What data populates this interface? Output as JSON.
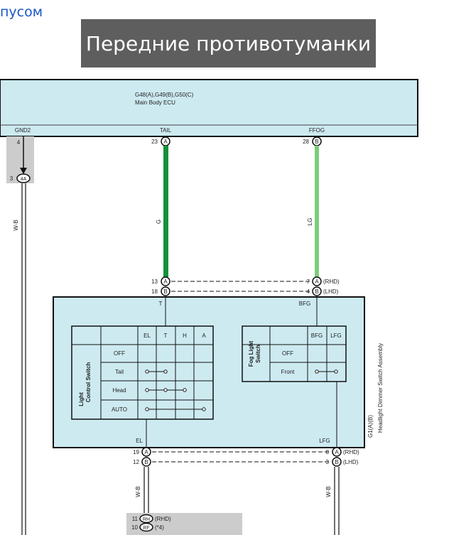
{
  "header": {
    "link_text": "пусом",
    "title": "Передние противотуманки"
  },
  "ecu": {
    "connectors": "G48(A),G49(B),G50(C)",
    "name": "Main Body ECU",
    "pins": {
      "gnd2": {
        "label": "GND2",
        "num": "4"
      },
      "tail": {
        "label": "TAIL",
        "num": "23",
        "conn": "A"
      },
      "ffog": {
        "label": "FFOG",
        "num": "28",
        "conn": "B"
      }
    }
  },
  "ground_junction": {
    "num": "3",
    "conn": "4A"
  },
  "wires": {
    "wb_left": "W-B",
    "g": "G",
    "lg": "LG",
    "wb_el": "W-B",
    "wb_lfg": "W-B"
  },
  "colors": {
    "panel_fill": "#cdeaf1",
    "wire_green": "#13913b",
    "wire_light_green": "#7ccd7c",
    "grey_fill": "#cccccc"
  },
  "switch_connectors": {
    "upper_left": [
      {
        "num": "13",
        "conn": "A"
      },
      {
        "num": "18",
        "conn": "B"
      }
    ],
    "upper_right": [
      {
        "num": "7",
        "conn": "A",
        "note": "(RHD)"
      },
      {
        "num": "4",
        "conn": "B",
        "note": "(LHD)"
      }
    ],
    "lower_left": [
      {
        "num": "19",
        "conn": "A"
      },
      {
        "num": "12",
        "conn": "B"
      }
    ],
    "lower_right": [
      {
        "num": "8",
        "conn": "A",
        "note": "(RHD)"
      },
      {
        "num": "3",
        "conn": "B",
        "note": "(LHD)"
      }
    ]
  },
  "switch_assembly": {
    "pins": {
      "t": "T",
      "bfg": "BFG",
      "el": "EL",
      "lfg": "LFG"
    },
    "side_label_1": "G1(A)(B)",
    "side_label_2": "Headlight Dimmer Switch Assembly",
    "light_control": {
      "title_1": "Light",
      "title_2": "Control Switch",
      "columns": [
        "EL",
        "T",
        "H",
        "A"
      ],
      "rows": [
        "OFF",
        "Tail",
        "Head",
        "AUTO"
      ]
    },
    "fog_light": {
      "title_1": "Fog Light",
      "title_2": "Switch",
      "columns": [
        "BFG",
        "LFG"
      ],
      "rows": [
        "OFF",
        "Front"
      ]
    }
  },
  "bottom_connector": [
    {
      "num": "11",
      "conn": "RH",
      "note": "(RHD)"
    },
    {
      "num": "10",
      "conn": "RF",
      "note": "(*4)"
    }
  ]
}
